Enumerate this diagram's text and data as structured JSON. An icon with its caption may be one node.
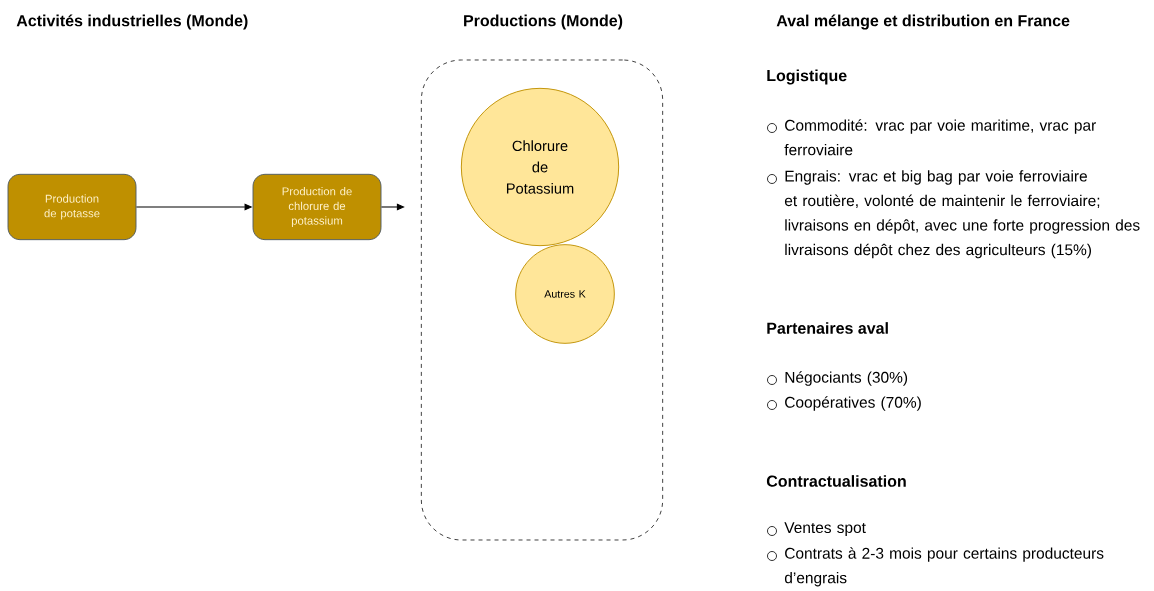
{
  "diagram": {
    "nodes": [
      {
        "text": [
          "Production de potasse"
        ]
      },
      {
        "text": [
          "Production de chlorure de potassium"
        ]
      },
      {
        "text": [],
        "shape": "box"
      },
      {
        "text": [
          "Chlorure de Potassium"
        ],
        "in": 2
      },
      {
        "text": [
          "Autres K"
        ],
        "in": 2
      }
    ],
    "edges": [
      {
        "from": 0,
        "to": 1,
        "arrow": "to"
      },
      {
        "from": 1,
        "to": 2,
        "arrow": "to"
      }
    ],
    "labels": [
      "Activités industrielles (Monde)",
      "Productions (Monde)",
      "Aval mélange et distribution en France",
      "Logistique",
      "Commodité: vrac par voie maritime, vrac par ferroviaire",
      "Engrais: vrac et big bag par voie ferroviaire et routière, volonté de maintenir le ferroviaire; livraisons en dépôt, avec une forte progression des livraisons dépôt chez des agriculteurs (15%)",
      "Partenaires aval",
      "Négociants (30%)",
      "Coopératives (70%)",
      "Contractualisation",
      "Ventes spot",
      "Contrats à 2-3 mois pour certains producteurs d’engrais"
    ]
  }
}
